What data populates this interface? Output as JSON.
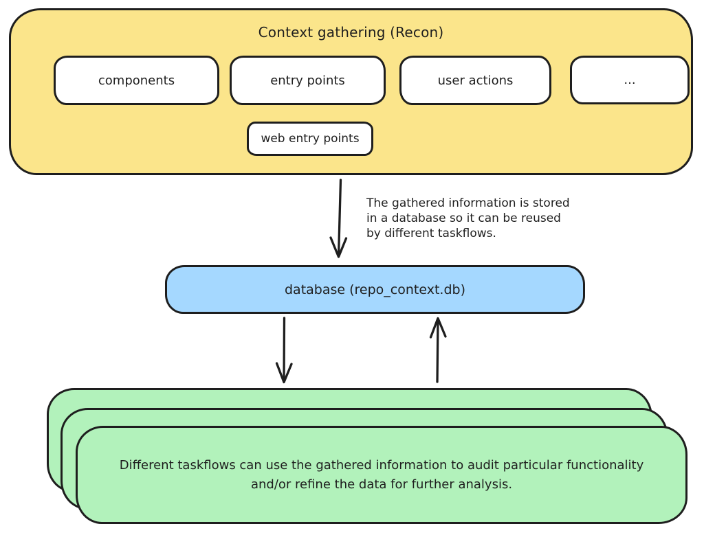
{
  "colors": {
    "canvas": "#ffffff",
    "stroke": "#1e1e1e",
    "recon_fill": "#fbe58b",
    "node_fill": "#ffffff",
    "database_fill": "#a5d8ff",
    "taskflow_fill": "#b2f2bb"
  },
  "recon": {
    "title": "Context gathering (Recon)",
    "items": [
      "components",
      "entry points",
      "user actions",
      "..."
    ],
    "sub_item": "web entry points"
  },
  "annotation": {
    "line1": "The gathered information is stored",
    "line2": "in a database so it can be reused",
    "line3": "by different taskflows."
  },
  "database": {
    "label": "database (repo_context.db)"
  },
  "taskflows": {
    "line1": "Different taskflows can use the gathered information to audit particular functionality",
    "line2": "and/or refine the data for further analysis."
  }
}
